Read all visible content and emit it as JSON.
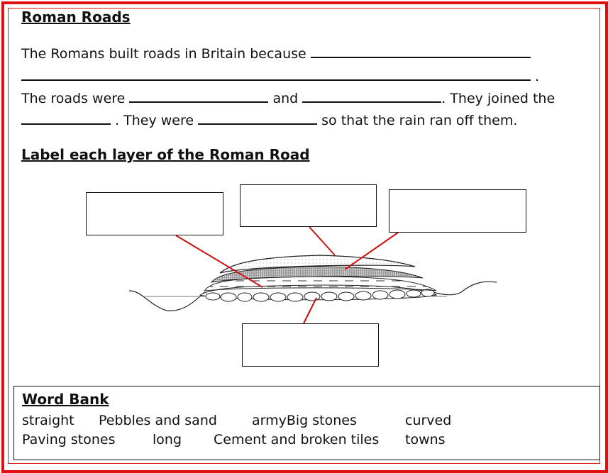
{
  "title": "Roman Roads",
  "paragraph": {
    "line1": "The Romans built roads in Britain because",
    "line2_end": ".",
    "line3_a": "The roads were",
    "line3_b": "and",
    "line3_c": ". They joined the",
    "line4_a": ". They were",
    "line4_b": "so that the rain ran off them."
  },
  "label_heading": "Label each layer of the Roman Road",
  "word_bank": {
    "title": "Word Bank",
    "row1": [
      "straight",
      "Pebbles and sand",
      "armyBig stones",
      "curved"
    ],
    "row2": [
      "Paving stones",
      "long",
      "Cement and broken tiles",
      "towns"
    ]
  },
  "colors": {
    "frame": "#e01010",
    "pointer": "#cc1111"
  }
}
